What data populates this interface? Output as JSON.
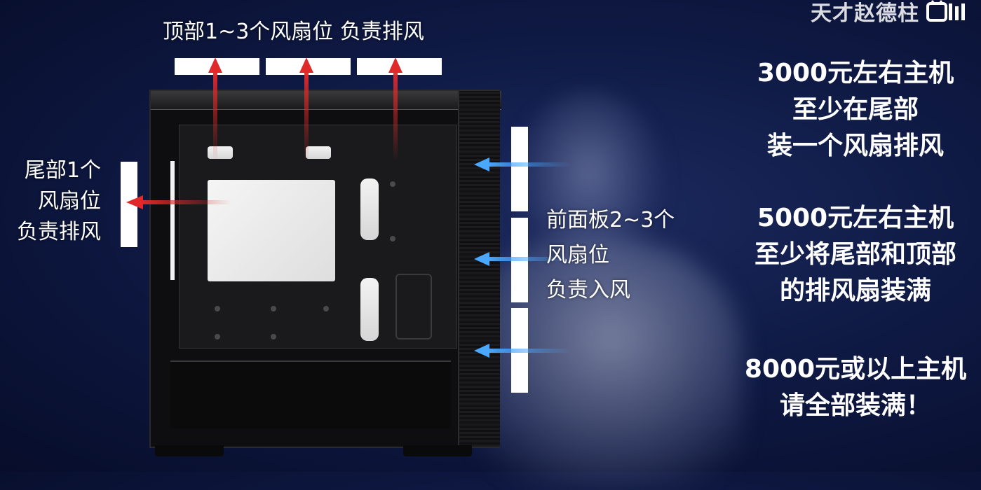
{
  "watermark": {
    "channel_name": "天才赵德柱",
    "logo_icon": "bilibili-logo"
  },
  "diagram": {
    "top_label": "顶部1~3个风扇位  负责排风",
    "rear_label_lines": [
      "尾部1个",
      "风扇位",
      "负责排风"
    ],
    "front_label_lines": [
      "前面板2~3个",
      "风扇位",
      "负责入风"
    ]
  },
  "recommendations": [
    {
      "lines": [
        "3000元左右主机",
        "至少在尾部",
        "装一个风扇排风"
      ]
    },
    {
      "lines": [
        "5000元左右主机",
        "至少将尾部和顶部",
        "的排风扇装满"
      ]
    },
    {
      "lines": [
        "8000元或以上主机",
        "请全部装满！"
      ]
    }
  ],
  "colors": {
    "exhaust_arrow": "#e02a2a",
    "intake_arrow": "#4aa8ff",
    "fan_bar": "#ffffff",
    "text": "#ffffff"
  }
}
